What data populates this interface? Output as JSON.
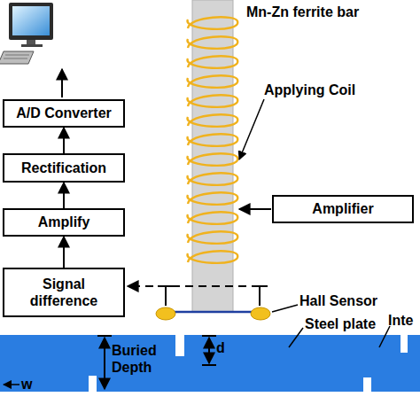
{
  "diagram": {
    "nodes": [
      {
        "text": [
          "A/D Converter"
        ]
      },
      {
        "text": [
          "Rectification"
        ]
      },
      {
        "text": [
          "Amplify"
        ]
      },
      {
        "text": [
          "Signal difference"
        ]
      },
      {
        "text": [
          "Amplifier"
        ]
      }
    ],
    "edges": [
      {
        "from": 3,
        "to": 2,
        "arrow": "to"
      },
      {
        "from": 2,
        "to": 1,
        "arrow": "to"
      },
      {
        "from": 1,
        "to": 0,
        "arrow": "to"
      }
    ],
    "labels": [
      "Mn-Zn ferrite bar",
      "Applying Coil",
      "Hall Sensor",
      "Steel plate",
      "Inte",
      "Buried Depth",
      "d",
      "w"
    ]
  }
}
